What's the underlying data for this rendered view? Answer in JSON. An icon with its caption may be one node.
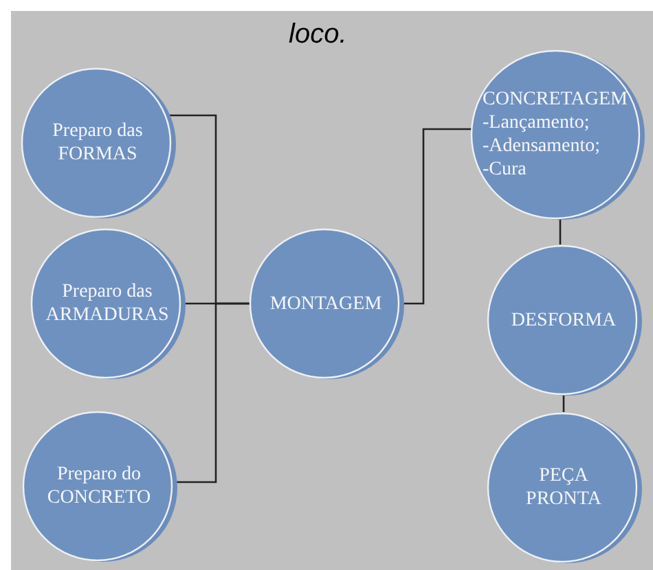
{
  "diagram": {
    "nodes": [
      {
        "text": [
          "Preparo das FORMAS"
        ]
      },
      {
        "text": [
          "Preparo das ARMADURAS"
        ]
      },
      {
        "text": [
          "Preparo do CONCRETO"
        ]
      },
      {
        "text": [
          "MONTAGEM"
        ]
      },
      {
        "text": [
          "CONCRETAGEM",
          "-Lançamento;",
          "-Adensamento;",
          "-Cura"
        ]
      },
      {
        "text": [
          "DESFORMA"
        ]
      },
      {
        "text": [
          "PEÇA PRONTA"
        ]
      }
    ],
    "edges": [
      {
        "from": 0,
        "to": 3,
        "arrow": "none"
      },
      {
        "from": 1,
        "to": 3,
        "arrow": "none"
      },
      {
        "from": 2,
        "to": 3,
        "arrow": "none"
      },
      {
        "from": 3,
        "to": 4,
        "arrow": "none"
      },
      {
        "from": 4,
        "to": 5,
        "arrow": "none"
      },
      {
        "from": 5,
        "to": 6,
        "arrow": "none"
      }
    ],
    "labels": [
      "loco."
    ]
  }
}
